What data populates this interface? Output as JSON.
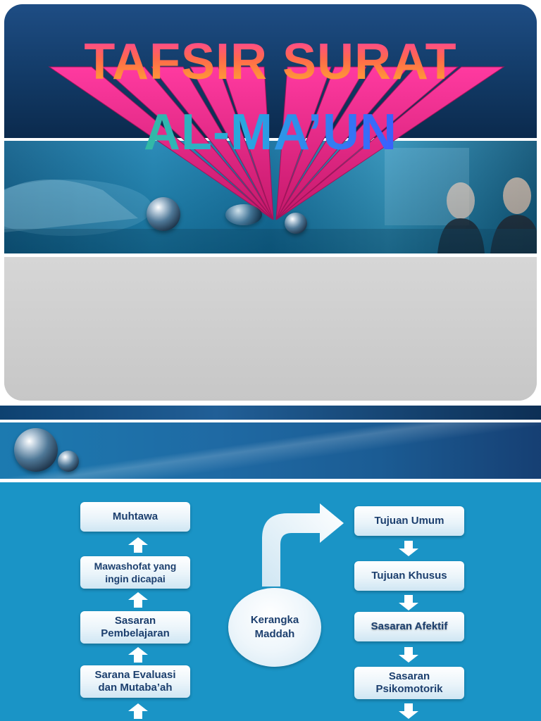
{
  "slide1": {
    "title_line1": "TAFSIR SURAT",
    "title_line2": "AL-MA’UN"
  },
  "slide2": {
    "left_column": [
      "Muhtawa",
      "Mawashofat yang ingin dicapai",
      "Sasaran Pembelajaran",
      "Sarana Evaluasi dan Mutaba’ah"
    ],
    "center": "Kerangka Maddah",
    "right_column": [
      "Tujuan Umum",
      "Tujuan Khusus",
      "Sasaran Afektif",
      "Sasaran Psikomotorik"
    ]
  },
  "colors": {
    "header_blue": "#1e4d84",
    "diagram_background": "#1a94c6",
    "box_text": "#1c3f6e",
    "title_top_gradient": [
      "#ff3da8",
      "#ffb02e"
    ],
    "title_bottom_gradient": [
      "#3fd64a",
      "#3b5bff"
    ],
    "ray_pink": "#e0207e"
  },
  "icons": [
    "glass-sphere-icon",
    "up-arrow-icon",
    "down-arrow-icon",
    "bent-arrow-icon"
  ]
}
